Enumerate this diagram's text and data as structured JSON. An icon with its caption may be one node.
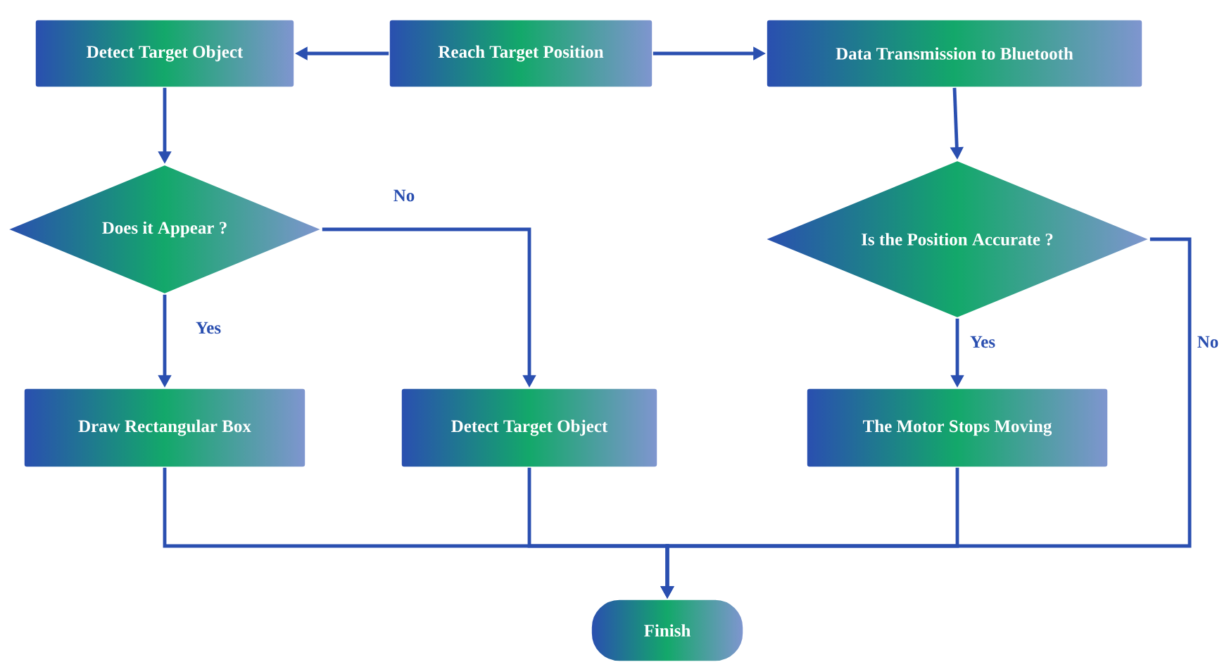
{
  "diagram": {
    "nodes": [
      {
        "text": [
          "Reach Target Position"
        ]
      },
      {
        "text": [
          "Detect Target Object"
        ]
      },
      {
        "text": [
          "Data Transmission to Bluetooth"
        ]
      },
      {
        "text": [
          "Does it Appear ?"
        ]
      },
      {
        "text": [
          "Is the Position Accurate ?"
        ]
      },
      {
        "text": [
          "Draw Rectangular Box"
        ]
      },
      {
        "text": [
          "Detect Target Object"
        ]
      },
      {
        "text": [
          "The Motor Stops Moving"
        ]
      },
      {
        "text": [
          "Finish"
        ]
      }
    ],
    "edges": [
      {
        "from": 0,
        "to": 1,
        "arrow": "to"
      },
      {
        "from": 0,
        "to": 2,
        "arrow": "to"
      },
      {
        "from": 1,
        "to": 3,
        "arrow": "to"
      },
      {
        "from": 2,
        "to": 4,
        "arrow": "to"
      },
      {
        "from": 3,
        "to": 5,
        "arrow": "to",
        "label": "Yes"
      },
      {
        "from": 3,
        "to": 6,
        "arrow": "to",
        "label": "No"
      },
      {
        "from": 4,
        "to": 7,
        "arrow": "to",
        "label": "Yes"
      },
      {
        "from": 4,
        "to": 8,
        "arrow": "to",
        "label": "No"
      },
      {
        "from": 5,
        "to": 8,
        "arrow": "to"
      },
      {
        "from": 6,
        "to": 8,
        "arrow": "to"
      },
      {
        "from": 7,
        "to": 8,
        "arrow": "to"
      }
    ]
  }
}
